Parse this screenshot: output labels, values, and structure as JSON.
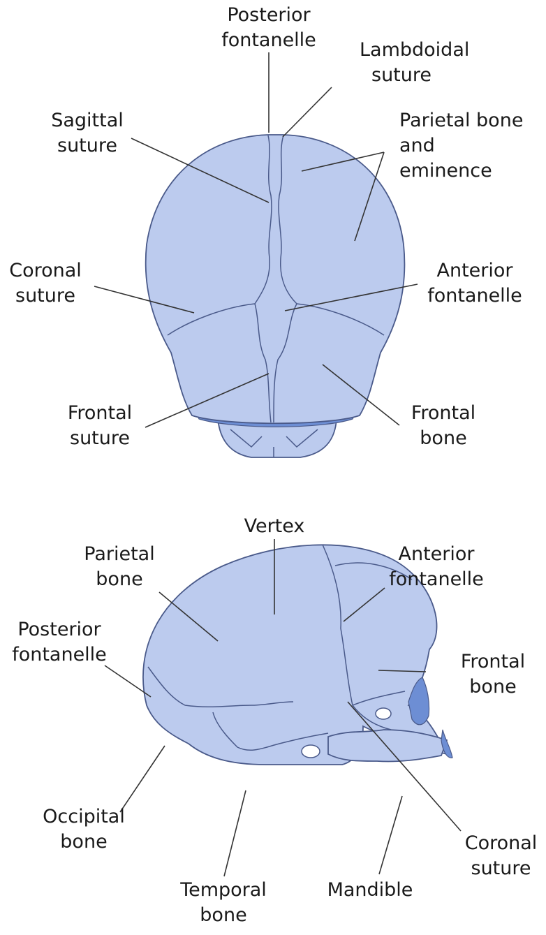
{
  "colors": {
    "bone_fill": "#bccbee",
    "bone_outline": "#4a5a8a",
    "dark_fill": "#6d8ed4",
    "leader_line": "#333333"
  },
  "top_view": {
    "posterior_fontanelle": [
      "Posterior",
      "fontanelle"
    ],
    "lambdoidal_suture": [
      "Lambdoidal",
      "suture"
    ],
    "sagittal_suture": [
      "Sagittal",
      "suture"
    ],
    "parietal_bone_eminence": [
      "Parietal bone",
      "and",
      "eminence"
    ],
    "coronal_suture": [
      "Coronal",
      "suture"
    ],
    "anterior_fontanelle": [
      "Anterior",
      "fontanelle"
    ],
    "frontal_suture": [
      "Frontal",
      "suture"
    ],
    "frontal_bone": [
      "Frontal",
      "bone"
    ]
  },
  "side_view": {
    "vertex": [
      "Vertex"
    ],
    "parietal_bone": [
      "Parietal",
      "bone"
    ],
    "anterior_fontanelle": [
      "Anterior",
      "fontanelle"
    ],
    "posterior_fontanelle": [
      "Posterior",
      "fontanelle"
    ],
    "frontal_bone": [
      "Frontal",
      "bone"
    ],
    "occipital_bone": [
      "Occipital",
      "bone"
    ],
    "coronal_suture": [
      "Coronal",
      "suture"
    ],
    "temporal_bone": [
      "Temporal",
      "bone"
    ],
    "mandible": [
      "Mandible"
    ]
  }
}
